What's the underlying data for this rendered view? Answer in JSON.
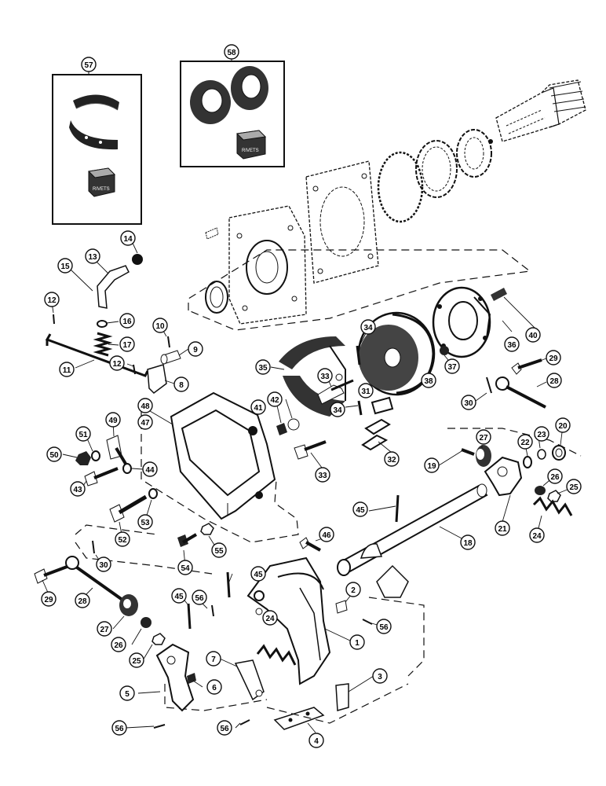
{
  "diagram": {
    "kit_box_left_callout": "57",
    "kit_box_right_callout": "58",
    "kit_left_package_text": "RIVETS",
    "kit_right_package_text": "RIVETS",
    "callouts": [
      "1",
      "2",
      "3",
      "4",
      "5",
      "6",
      "7",
      "8",
      "9",
      "10",
      "11",
      "12",
      "12",
      "13",
      "14",
      "15",
      "16",
      "17",
      "18",
      "19",
      "20",
      "21",
      "22",
      "23",
      "24",
      "24",
      "25",
      "25",
      "26",
      "26",
      "27",
      "27",
      "28",
      "28",
      "29",
      "29",
      "30",
      "30",
      "31",
      "32",
      "33",
      "33",
      "34",
      "34",
      "35",
      "36",
      "37",
      "38",
      "40",
      "41",
      "42",
      "43",
      "44",
      "45",
      "45",
      "45",
      "45",
      "46",
      "47",
      "48",
      "49",
      "50",
      "51",
      "52",
      "53",
      "54",
      "55",
      "56",
      "56",
      "56",
      "56"
    ]
  }
}
